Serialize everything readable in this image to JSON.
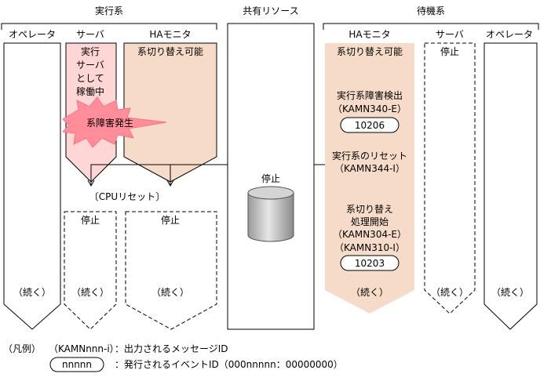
{
  "groups": {
    "active": "実行系",
    "shared": "共有リソース",
    "standby": "待機系"
  },
  "columns": {
    "operator_left": "オペレータ",
    "server_left": "サーバ",
    "ha_left": "HAモニタ",
    "ha_right": "HAモニタ",
    "server_right": "サーバ",
    "operator_right": "オペレータ"
  },
  "active_server_status": [
    "実行",
    "サーバ",
    "として",
    "稼働中"
  ],
  "ha_left_status": "系切り替え可能",
  "failure_burst": "系障害発生",
  "cpu_reset": "〔CPUリセット〕",
  "stopped_server_left": "停止",
  "stopped_ha_left": "停止",
  "continued": "（続く）",
  "shared_stopped": "停止",
  "ha_right_events": {
    "switch_possible": "系切り替え可能",
    "fault_detect": "実行系障害検出",
    "fault_msg": "（KAMN340-E）",
    "fault_event": "10206",
    "reset_label": "実行系のリセット",
    "reset_msg": "（KAMN344-I）",
    "switch_start_1": "系切り替え",
    "switch_start_2": "処理開始",
    "switch_msg_1": "（KAMN304-E）",
    "switch_msg_2": "（KAMN310-I）",
    "switch_event": "10203"
  },
  "server_right_status": "停止",
  "legend": {
    "title": "（凡例）",
    "msg_sample": "（KAMNnnn-i）",
    "msg_desc": "：出力されるメッセージID",
    "event_sample": "nnnnn",
    "event_desc": "：発行されるイベントID（000nnnnn：00000000）"
  },
  "colors": {
    "active_server_fill": "#ffd6d6",
    "ha_fill": "#f6dcc8",
    "burst_fill": "#ff8e9a",
    "line": "#000000"
  }
}
